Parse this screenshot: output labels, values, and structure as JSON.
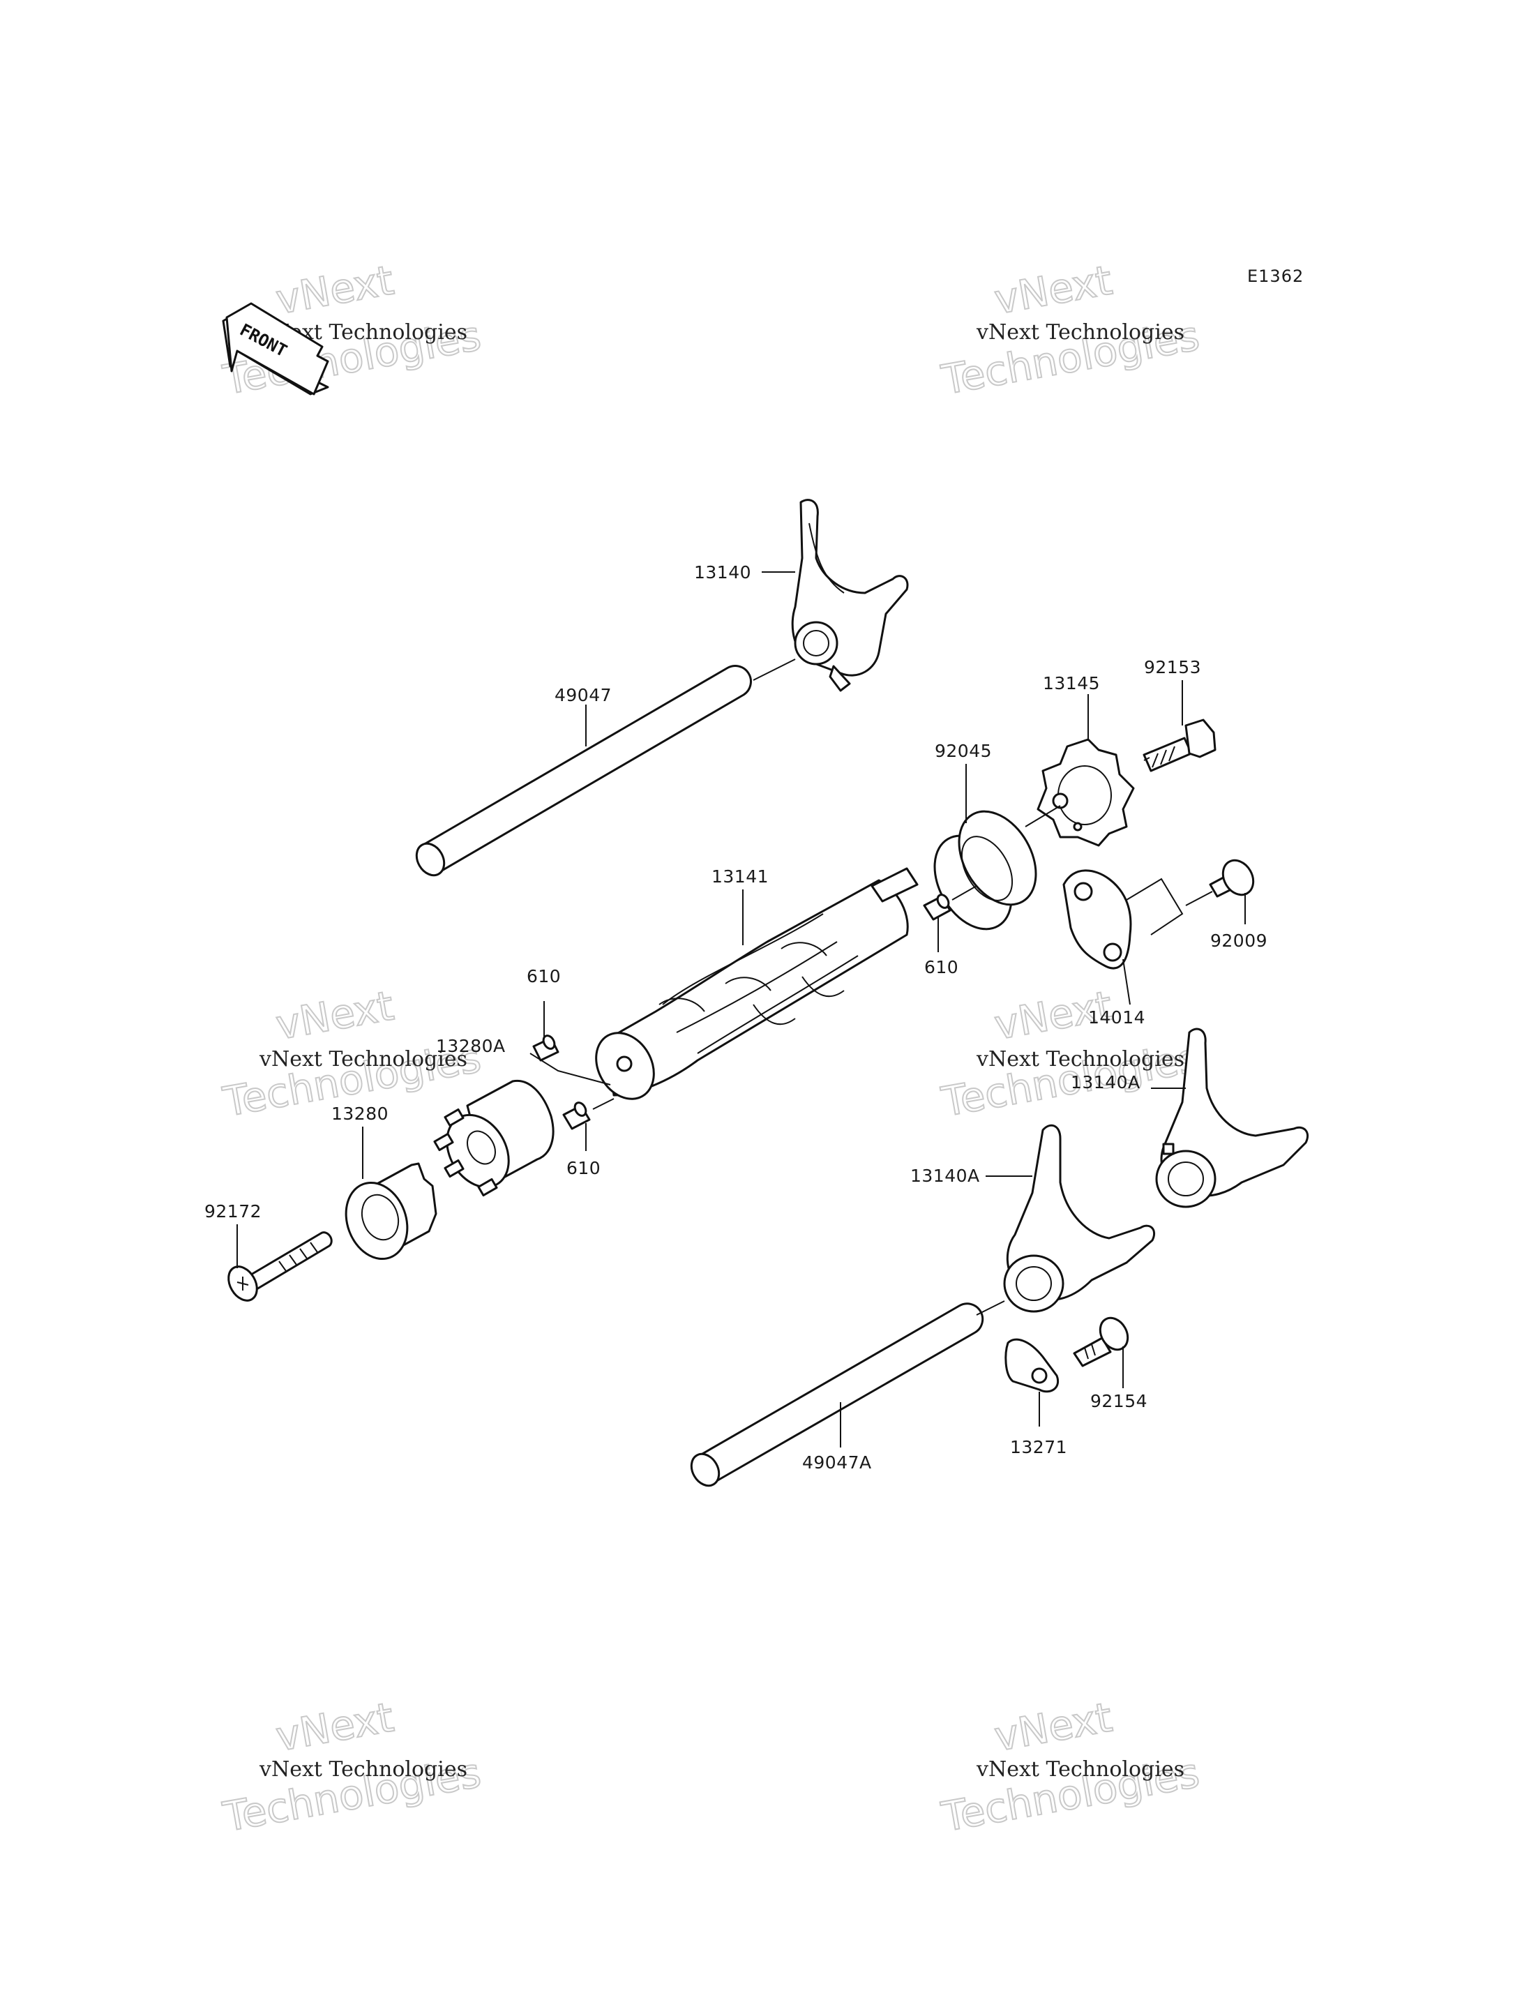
{
  "diagram": {
    "code": "E1362",
    "front_label": "FRONT",
    "watermark": {
      "line1": "vNext",
      "line2": "Technologies",
      "small": "vNext Technologies"
    },
    "parts": {
      "p13140": "13140",
      "p49047": "49047",
      "p13145": "13145",
      "p92153": "92153",
      "p92045": "92045",
      "p13141": "13141",
      "p610_a": "610",
      "p610_b": "610",
      "p610_c": "610",
      "p92009": "92009",
      "p14014": "14014",
      "p13280A": "13280A",
      "p13280": "13280",
      "p13140A_a": "13140A",
      "p13140A_b": "13140A",
      "p92172": "92172",
      "p92154": "92154",
      "p13271": "13271",
      "p49047A": "49047A"
    }
  }
}
